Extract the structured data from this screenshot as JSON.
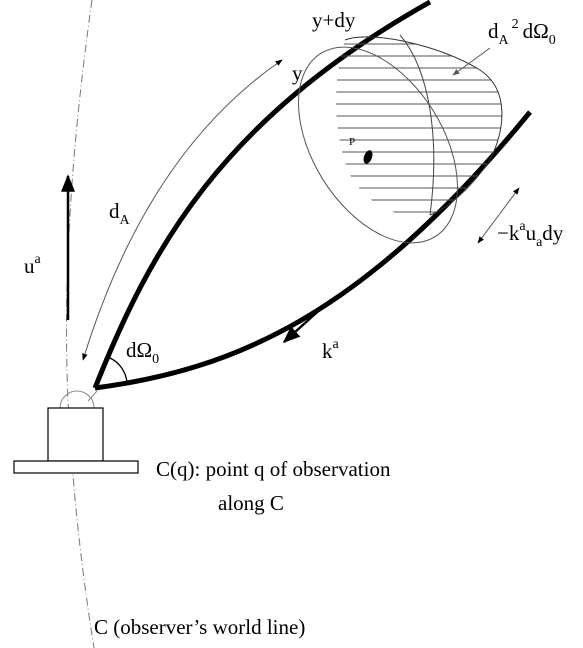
{
  "labels": {
    "y_plus_dy": "y+dy",
    "y": "y",
    "area_d": "d",
    "area_d_sub": "A",
    "area_sq": "2",
    "area_rest": "dΩ",
    "area_rest_sub": "0",
    "p": "P",
    "d_a": "d",
    "d_a_sub": "A",
    "u": "u",
    "u_sup": "a",
    "energy_minus_k": "−k",
    "energy_k_sup": "a",
    "energy_u": "u",
    "energy_u_sub": "a",
    "energy_dy": "dy",
    "k": "k",
    "k_sup": "a",
    "solid_angle": "dΩ",
    "solid_angle_sub": "0",
    "observation_line1": "C(q): point q of observation",
    "observation_line2": "along C",
    "world_line": "C (observer’s world line)"
  }
}
